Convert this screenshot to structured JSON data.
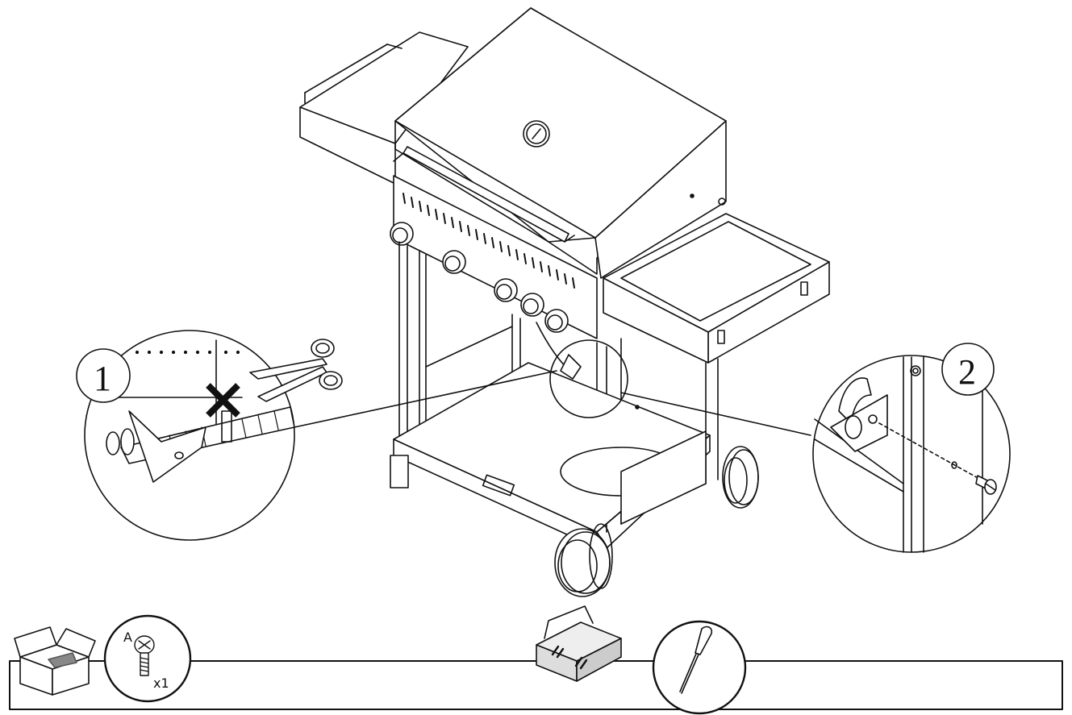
{
  "callouts": {
    "step1": {
      "number": "1"
    },
    "step2": {
      "number": "2"
    }
  },
  "hardware": {
    "part_letter": "A",
    "quantity": "x1",
    "icon": "screw-icon"
  },
  "tools": {
    "toolbox_icon": "toolbox-icon",
    "tool_icon": "screwdriver-icon",
    "unbox_icon": "open-box-icon"
  },
  "colors": {
    "line": "#111111",
    "background": "#ffffff"
  }
}
